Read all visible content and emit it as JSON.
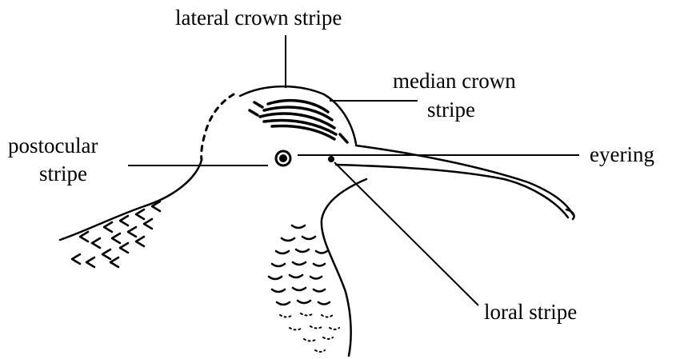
{
  "labels": {
    "lateral_crown_stripe": "lateral crown stripe",
    "median_crown_stripe_line1": "median crown",
    "median_crown_stripe_line2": "stripe",
    "postocular_stripe_line1": "postocular",
    "postocular_stripe_line2": "stripe",
    "eyering": "eyering",
    "loral_stripe": "loral stripe"
  },
  "colors": {
    "ink": "#000000",
    "background": "#ffffff"
  }
}
